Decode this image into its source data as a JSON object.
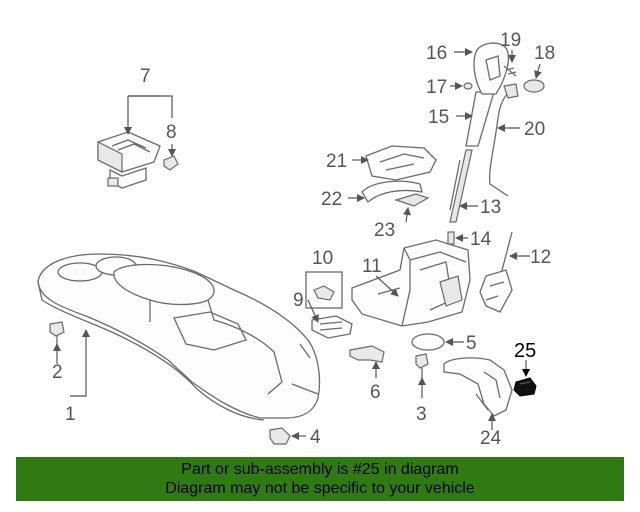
{
  "callouts": {
    "c1": "1",
    "c2": "2",
    "c3": "3",
    "c4": "4",
    "c5": "5",
    "c6": "6",
    "c7": "7",
    "c8": "8",
    "c9": "9",
    "c10": "10",
    "c11": "11",
    "c12": "12",
    "c13": "13",
    "c14": "14",
    "c15": "15",
    "c16": "16",
    "c17": "17",
    "c18": "18",
    "c19": "19",
    "c20": "20",
    "c21": "21",
    "c22": "22",
    "c23": "23",
    "c24": "24",
    "c25": "25"
  },
  "highlighted_part": "25",
  "colors": {
    "banner": "#2f7a12",
    "highlight_part": "#111111"
  },
  "banner": {
    "line1": "Part or sub-assembly is #25 in diagram",
    "line2": "Diagram may not be specific to your vehicle"
  }
}
